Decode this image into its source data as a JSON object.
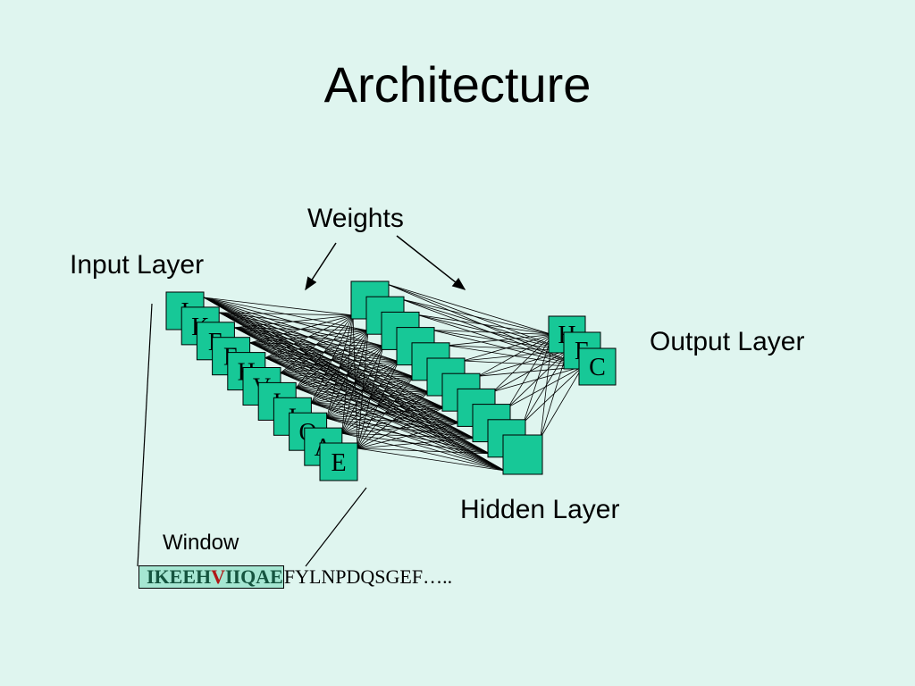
{
  "slide": {
    "title": "Architecture",
    "labels": {
      "weights": "Weights",
      "input_layer": "Input Layer",
      "output_layer": "Output Layer",
      "hidden_layer": "Hidden Layer",
      "window": "Window"
    },
    "sequence": {
      "window_before": "IKEEH",
      "window_center": "V",
      "window_after": "IIQAE",
      "rest": "FYLNPDQSGEF….."
    },
    "input_nodes": [
      "I",
      "K",
      "E",
      "E",
      "H",
      "V",
      "I",
      "I",
      "Q",
      "A",
      "E"
    ],
    "hidden_node_count": 11,
    "output_nodes": [
      "H",
      "E",
      "C"
    ]
  },
  "colors": {
    "background": "#dff5ef",
    "node_fill": "#17c897",
    "window_fill": "#a5e6d2",
    "window_text": "#15543f",
    "center_residue": "#b01818"
  }
}
